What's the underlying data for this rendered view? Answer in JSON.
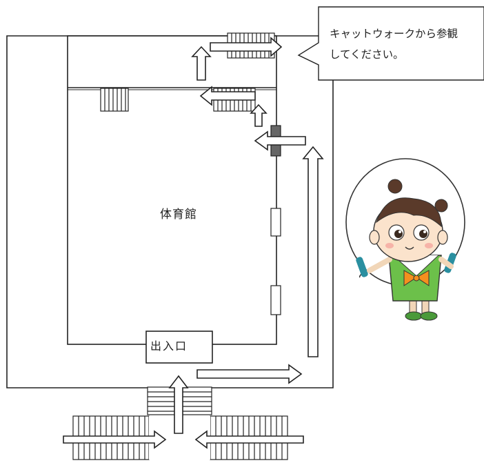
{
  "gym": {
    "label": "体育館"
  },
  "entrance": {
    "label": "出入口"
  },
  "callout": {
    "line1": "キャットウォークから参観",
    "line2": "してください。"
  },
  "icons": [
    "arrow-right-icon",
    "arrow-left-icon",
    "arrow-up-icon",
    "stairs-icon",
    "door-icon",
    "mascot-character-icon"
  ]
}
